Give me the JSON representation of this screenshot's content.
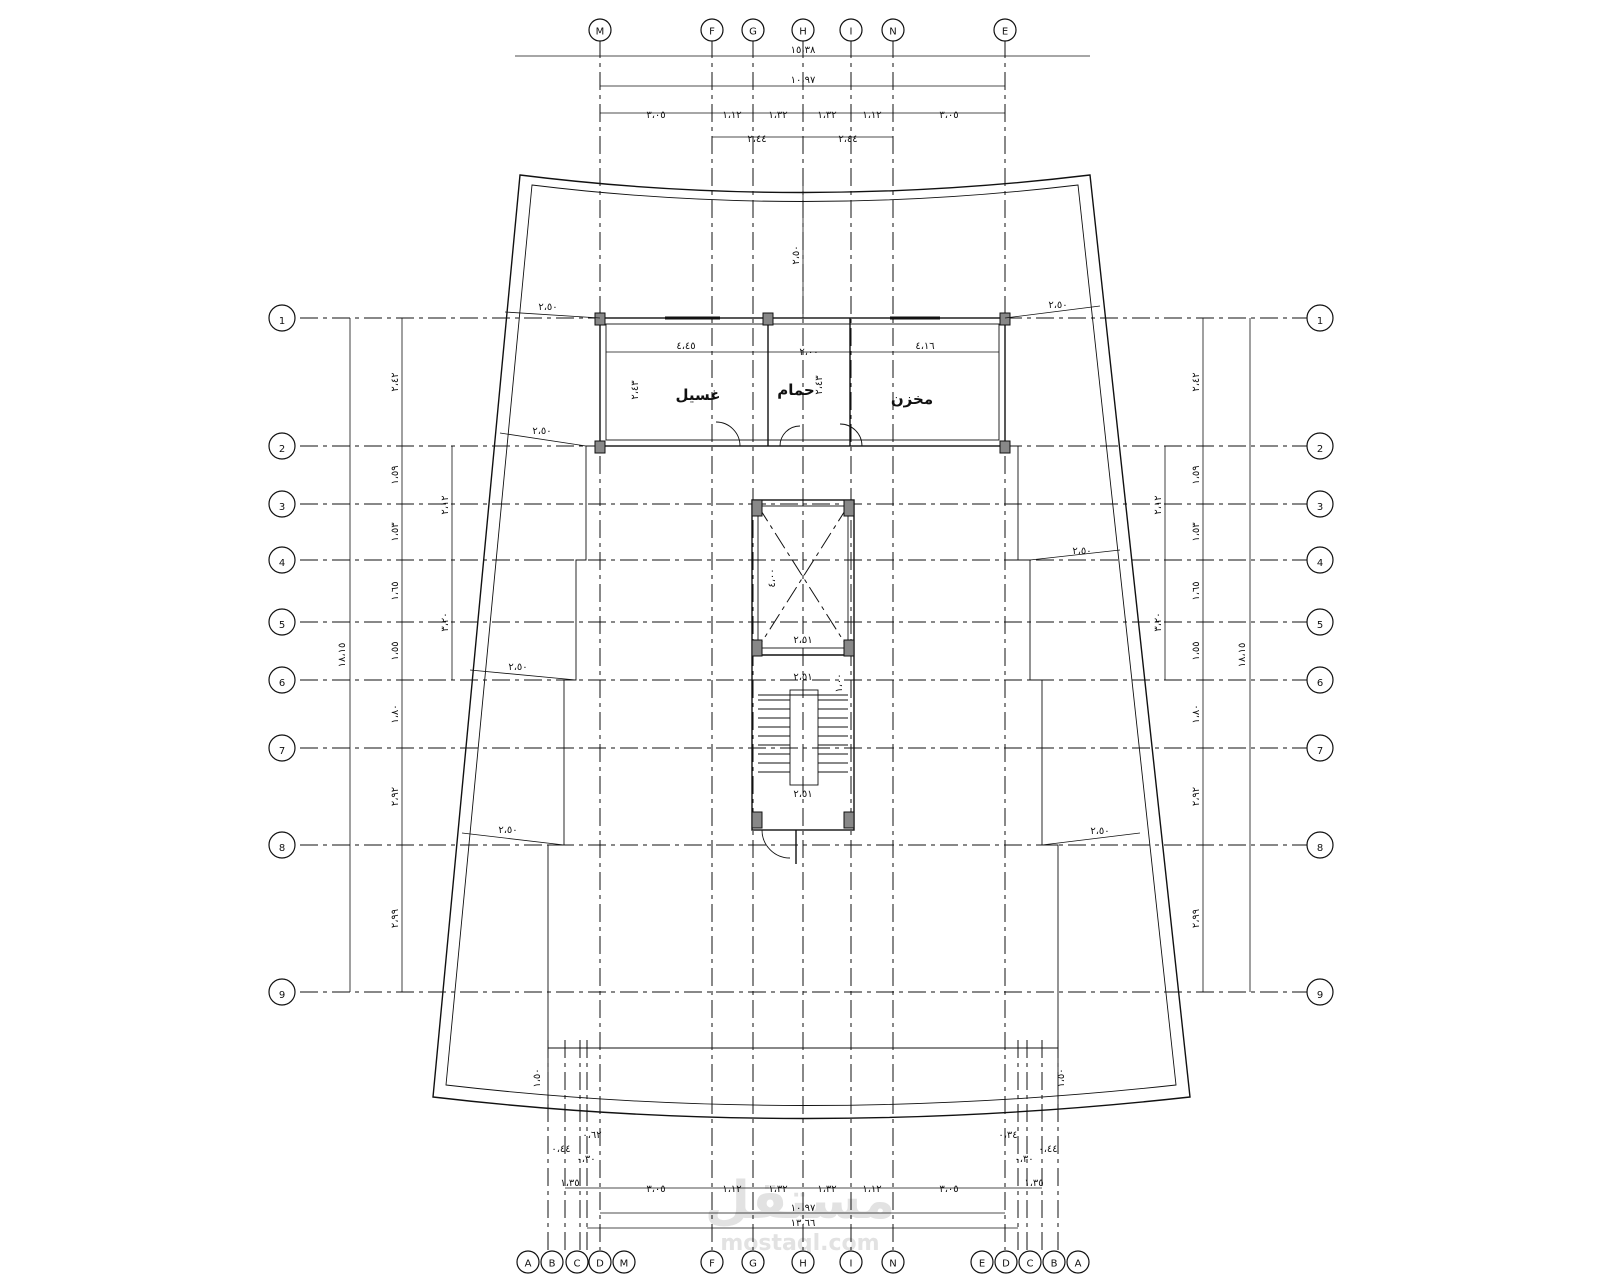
{
  "drawing": {
    "top_axes": [
      "M",
      "F",
      "G",
      "H",
      "I",
      "N",
      "E"
    ],
    "bottom_axes_left": [
      "A",
      "B",
      "C",
      "D",
      "M"
    ],
    "bottom_axes_center": [
      "F",
      "G",
      "H",
      "I",
      "N"
    ],
    "bottom_axes_right": [
      "E",
      "D",
      "C",
      "B",
      "A"
    ],
    "row_axes": [
      "1",
      "2",
      "3",
      "4",
      "5",
      "6",
      "7",
      "8",
      "9"
    ],
    "rooms": {
      "laundry": "غسيل",
      "bathroom": "حمام",
      "storage": "مخزن"
    },
    "dims_top": {
      "overall": "١٥،٣٨",
      "axes": "١٠،٩٧",
      "spans": [
        "٣،٠٥",
        "١،١٢",
        "١،٣٢",
        "١،٣٢",
        "١،١٢",
        "٣،٠٥"
      ],
      "sub": [
        "٢،٤٤",
        "٢،٤٤"
      ]
    },
    "dims_bottom": {
      "spans": [
        "٣،٠٥",
        "١،١٢",
        "١،٣٢",
        "١،٣٢",
        "١،١٢",
        "٣،٠٥"
      ],
      "axes": "١٠،٩٧",
      "overall": "١٣،٦٦",
      "left_small": [
        "٠،٦٢",
        "٠،٤٤",
        "٠،٣٠",
        "١،٣٥"
      ],
      "right_small": [
        "٠،٣٤",
        "٠،٣٠",
        "٠،٤٤",
        "١،٣٥"
      ]
    },
    "dims_side": {
      "overall": "١٨،١٥",
      "rows": [
        "٢،٤٢",
        "١،٥٩",
        "١،٥٣",
        "١،٦٥",
        "١،٥٥",
        "١،٨٠",
        "٢،٩٢",
        "٢،٩٩"
      ],
      "group_a": "٢،١٢",
      "group_b": "٣،٢٠"
    },
    "dims_inner": {
      "roof_top": "٢،٥٠",
      "overhang": "٢،٥٠",
      "laundry_w": "٤،٤٥",
      "laundry_h": "٢،٤٣",
      "bath_w": "٢،٠٠",
      "bath_h": "٢،٤٣",
      "store_w": "٤،١٦",
      "shaft_h": "٤،٠٠",
      "shaft_w": "٢،٥١",
      "stair_w": "٢،٥١",
      "stair_run": "١،٠٠",
      "stair_bottom": "٢،٥١",
      "bottom_left": "١،٥٠",
      "bottom_right": "١،٥٠"
    },
    "watermark": {
      "arabic": "مستقل",
      "latin": "mostaql.com"
    }
  }
}
